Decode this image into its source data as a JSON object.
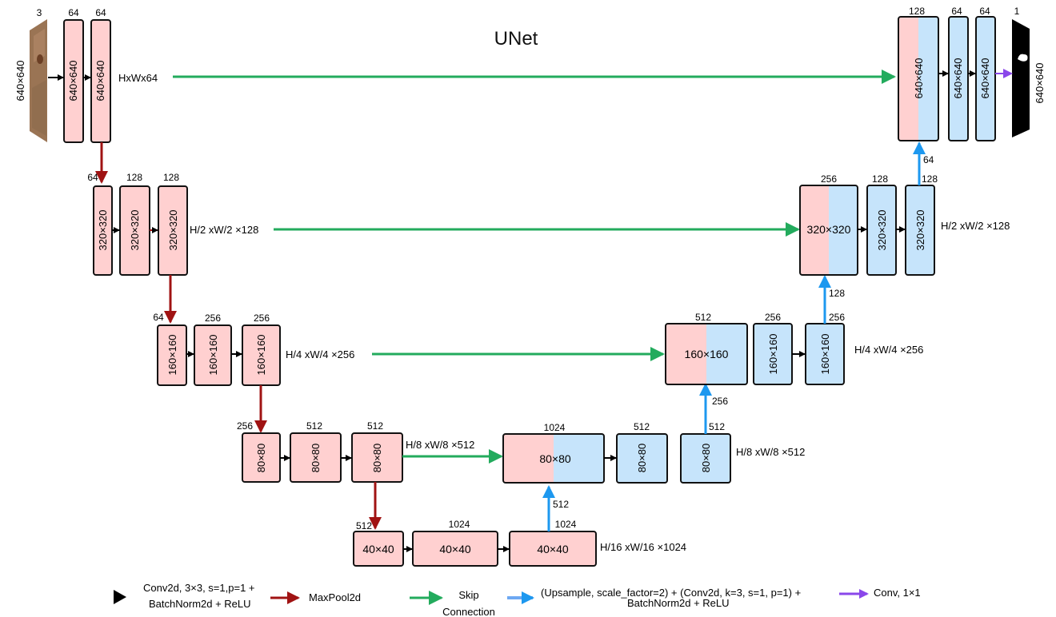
{
  "title": "UNet",
  "colors": {
    "encoder_fill": "#ffd0d0",
    "decoder_fill": "#c6e4fb",
    "block_stroke": "#111111",
    "maxpool_arrow": "#a01313",
    "skip_arrow": "#23ab5d",
    "upsample_arrow": "#1d98ef",
    "upsample_legend_arrow": "#6ea8f2",
    "final_conv_arrow": "#8a47ea",
    "conv_arrow": "#000000"
  },
  "input": {
    "channels": "3",
    "size": "640×640"
  },
  "output": {
    "channels": "1",
    "size": "640×640"
  },
  "encoder": {
    "level1": {
      "channels": [
        "64",
        "64"
      ],
      "blocks": [
        "640×640",
        "640×640"
      ],
      "label": "HxWx64"
    },
    "level2": {
      "in_channels": "64",
      "channels": [
        "128",
        "128"
      ],
      "blocks": [
        "320×320",
        "320×320",
        "320×320"
      ],
      "label": "H/2 xW/2 ×128"
    },
    "level3": {
      "in_channels": "64",
      "channels": [
        "256",
        "256"
      ],
      "blocks": [
        "160×160",
        "160×160",
        "160×160"
      ],
      "label": "H/4 xW/4 ×256"
    },
    "level4": {
      "in_channels": "256",
      "channels": [
        "512",
        "512"
      ],
      "blocks": [
        "80×80",
        "80×80",
        "80×80"
      ],
      "label": "H/8 xW/8 ×512"
    },
    "bottleneck": {
      "in_channels": "512",
      "channels": [
        "1024",
        "1024"
      ],
      "blocks": [
        "40×40",
        "40×40",
        "40×40"
      ],
      "label": "H/16 xW/16 ×1024"
    }
  },
  "decoder": {
    "up4": {
      "concat_channels": "1024",
      "concat_block": "80×80",
      "conv_channels": "512",
      "conv_block": "80×80",
      "up_block": "80×80",
      "up_block_channels": "512",
      "up_in_channels": "512",
      "label": "H/8 xW/8 ×512"
    },
    "up3": {
      "concat_channels": "512",
      "concat_block": "160×160",
      "conv_channels": "256",
      "conv_block": "160×160",
      "out_channels": "256",
      "out_block": "160×160",
      "up_in_channels": "256",
      "label": "H/4 xW/4 ×256"
    },
    "up2": {
      "concat_channels": "256",
      "concat_block": "320×320",
      "conv_channels": "128",
      "conv_block": "320×320",
      "out_channels": "128",
      "out_block": "320×320",
      "up_in_channels": "128",
      "label": "H/2 xW/2 ×128"
    },
    "up1": {
      "concat_channels": "128",
      "concat_block": "640×640",
      "conv_channels": [
        "64",
        "64"
      ],
      "conv_blocks": [
        "640×640",
        "640×640"
      ],
      "up_in_channels": "64"
    }
  },
  "legend": {
    "conv": [
      "Conv2d, 3×3, s=1,p=1 +",
      "BatchNorm2d + ReLU"
    ],
    "maxpool": "MaxPool2d",
    "skip": [
      "Skip",
      "Connection"
    ],
    "upsample": [
      "(Upsample, scale_factor=2) + (Conv2d, k=3, s=1, p=1) +",
      "BatchNorm2d + ReLU"
    ],
    "final": "Conv, 1×1"
  }
}
